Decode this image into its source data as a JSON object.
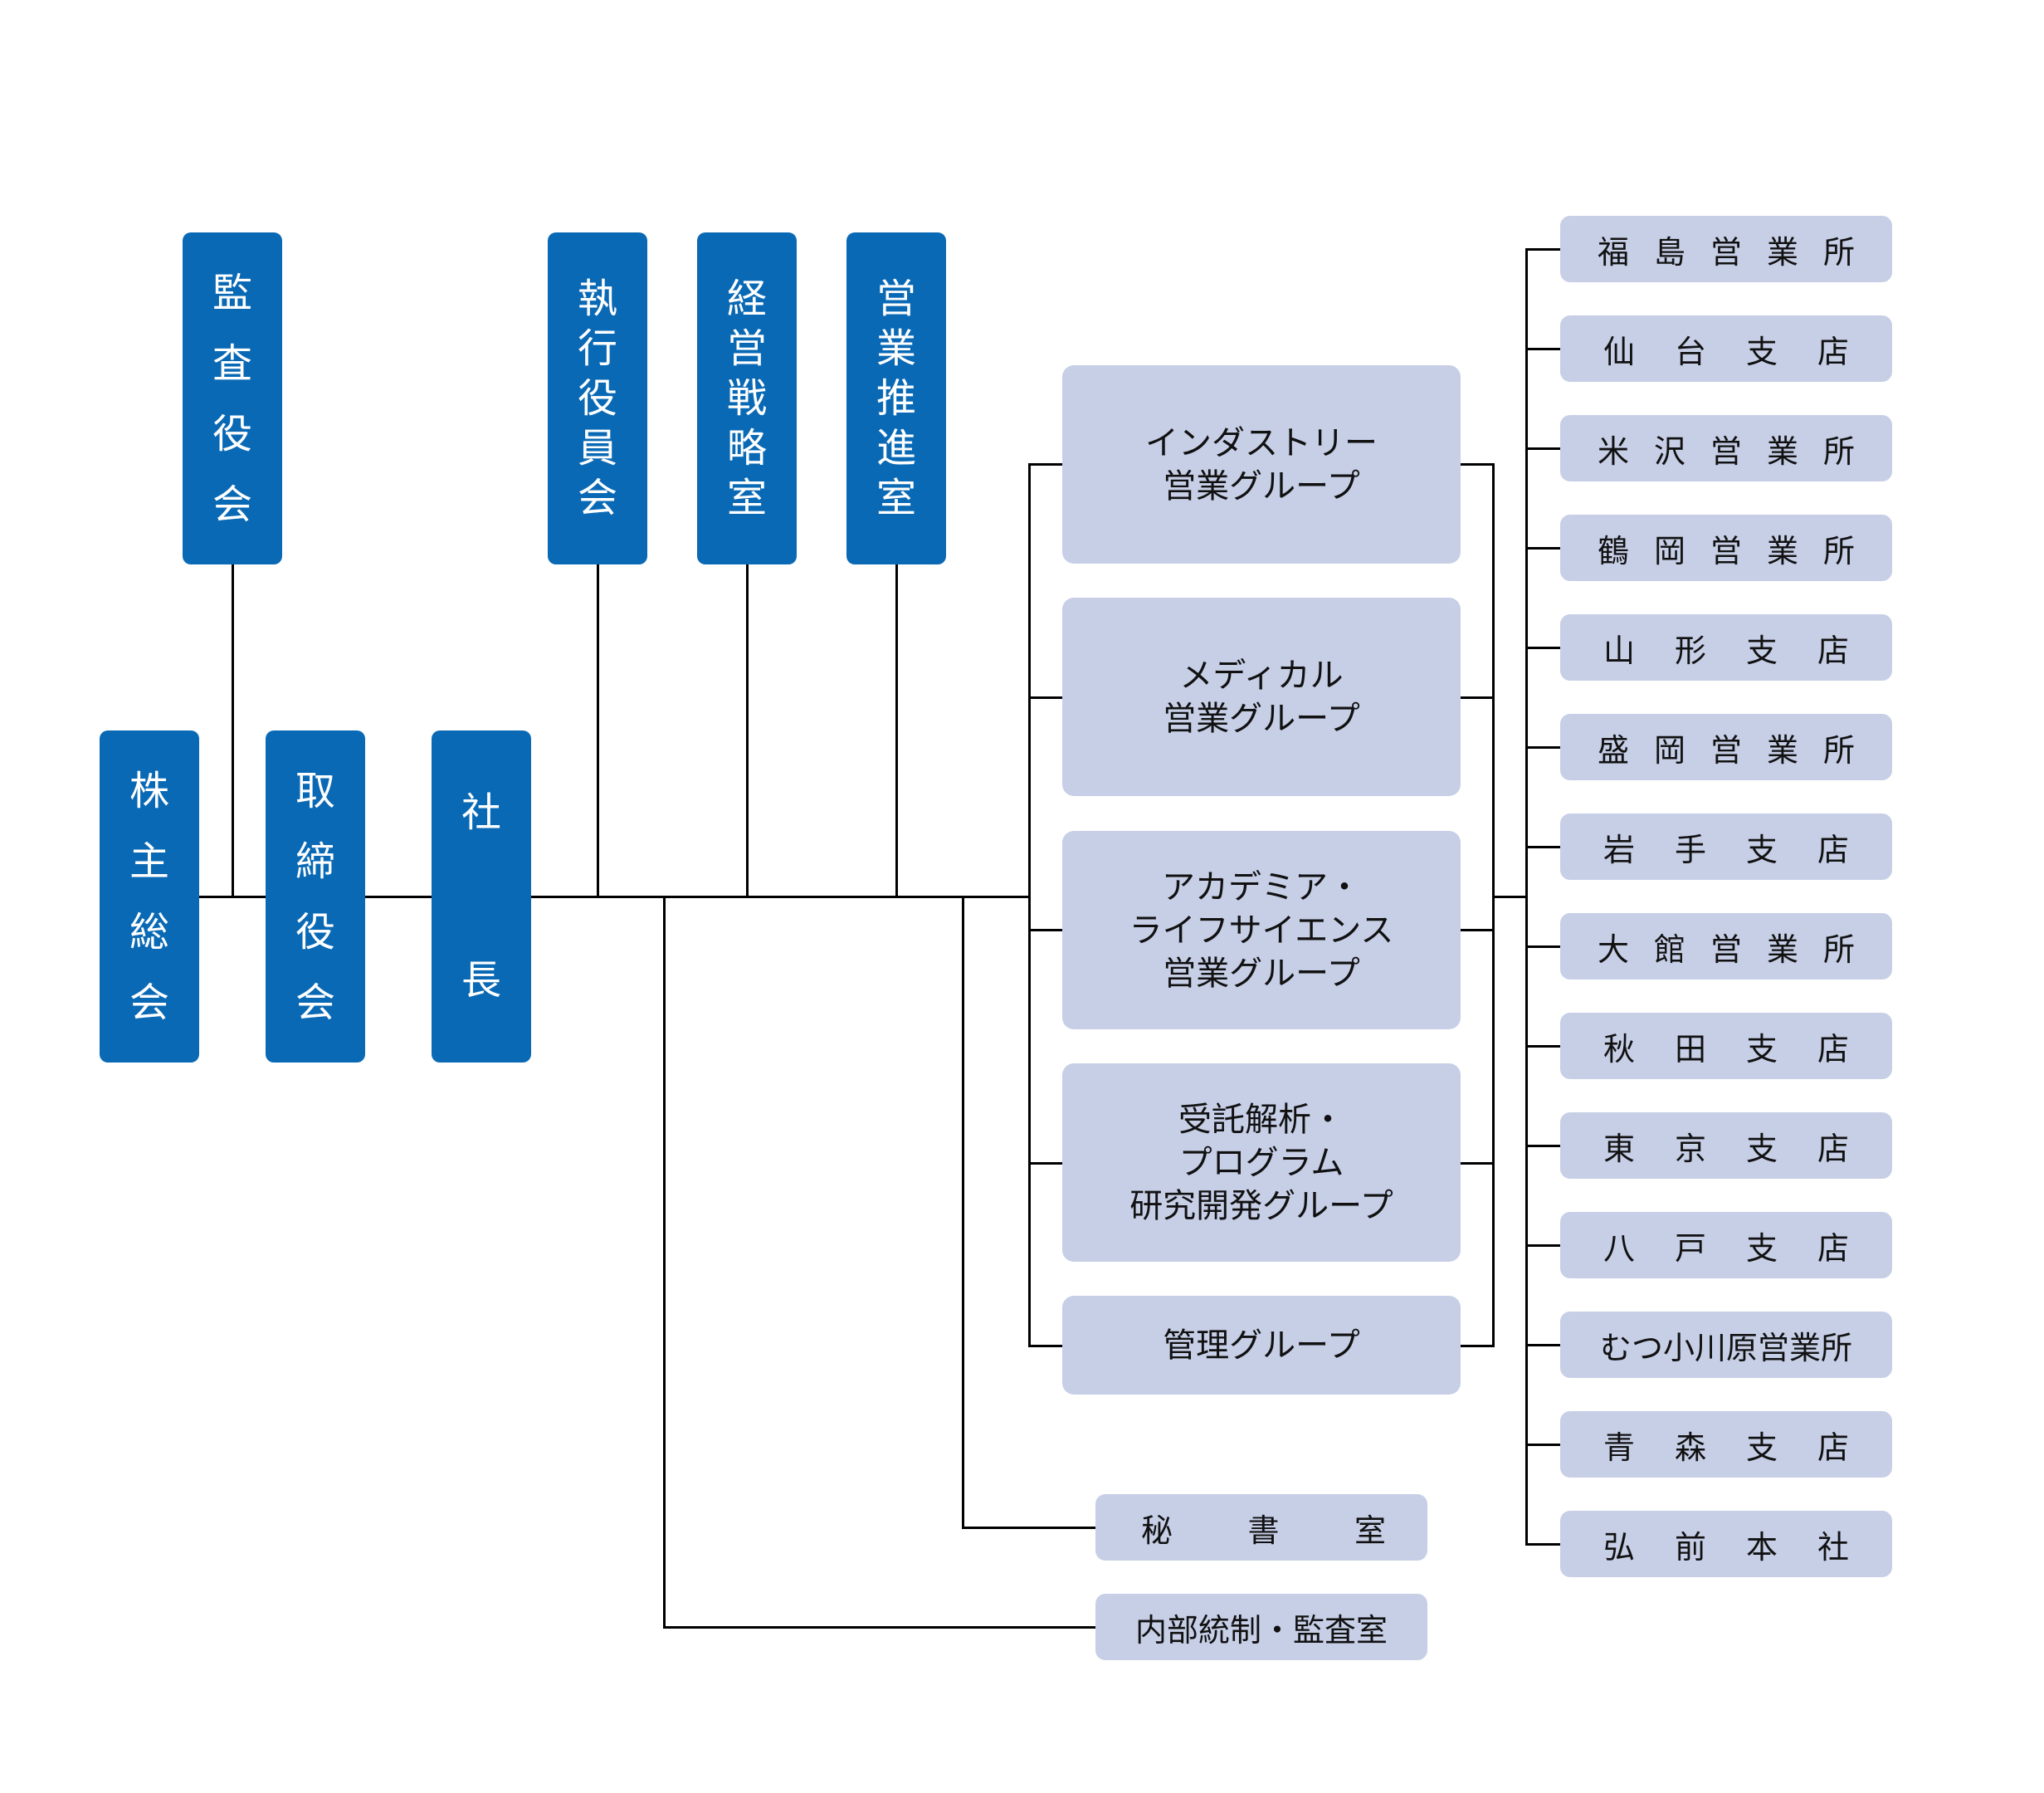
{
  "colors": {
    "executive_box": "#0a69b5",
    "department_box": "#c7cfe7",
    "connector": "#000000",
    "executive_text": "#ffffff",
    "department_text": "#111111"
  },
  "governance": {
    "shareholders_meeting": "株主総会",
    "audit_board": "監査役会",
    "board_of_directors": "取締役会",
    "president": "社長"
  },
  "president_staff": {
    "executive_officers_committee": "執行役員会",
    "management_strategy_office": "経営戦略室",
    "sales_promotion_office": "営業推進室"
  },
  "groups": [
    {
      "lines": [
        "インダストリー",
        "営業グループ"
      ]
    },
    {
      "lines": [
        "メディカル",
        "営業グループ"
      ]
    },
    {
      "lines": [
        "アカデミア・",
        "ライフサイエンス",
        "営業グループ"
      ]
    },
    {
      "lines": [
        "受託解析・",
        "プログラム",
        "研究開発グループ"
      ]
    },
    {
      "lines": [
        "管理グループ"
      ]
    }
  ],
  "offices": {
    "secretary": "秘書室",
    "internal_control_audit": "内部統制・監査室"
  },
  "branches": [
    "福島営業所",
    "仙台支店",
    "米沢営業所",
    "鶴岡営業所",
    "山形支店",
    "盛岡営業所",
    "岩手支店",
    "大館営業所",
    "秋田支店",
    "東京支店",
    "八戸支店",
    "むつ小川原営業所",
    "青森支店",
    "弘前本社"
  ]
}
